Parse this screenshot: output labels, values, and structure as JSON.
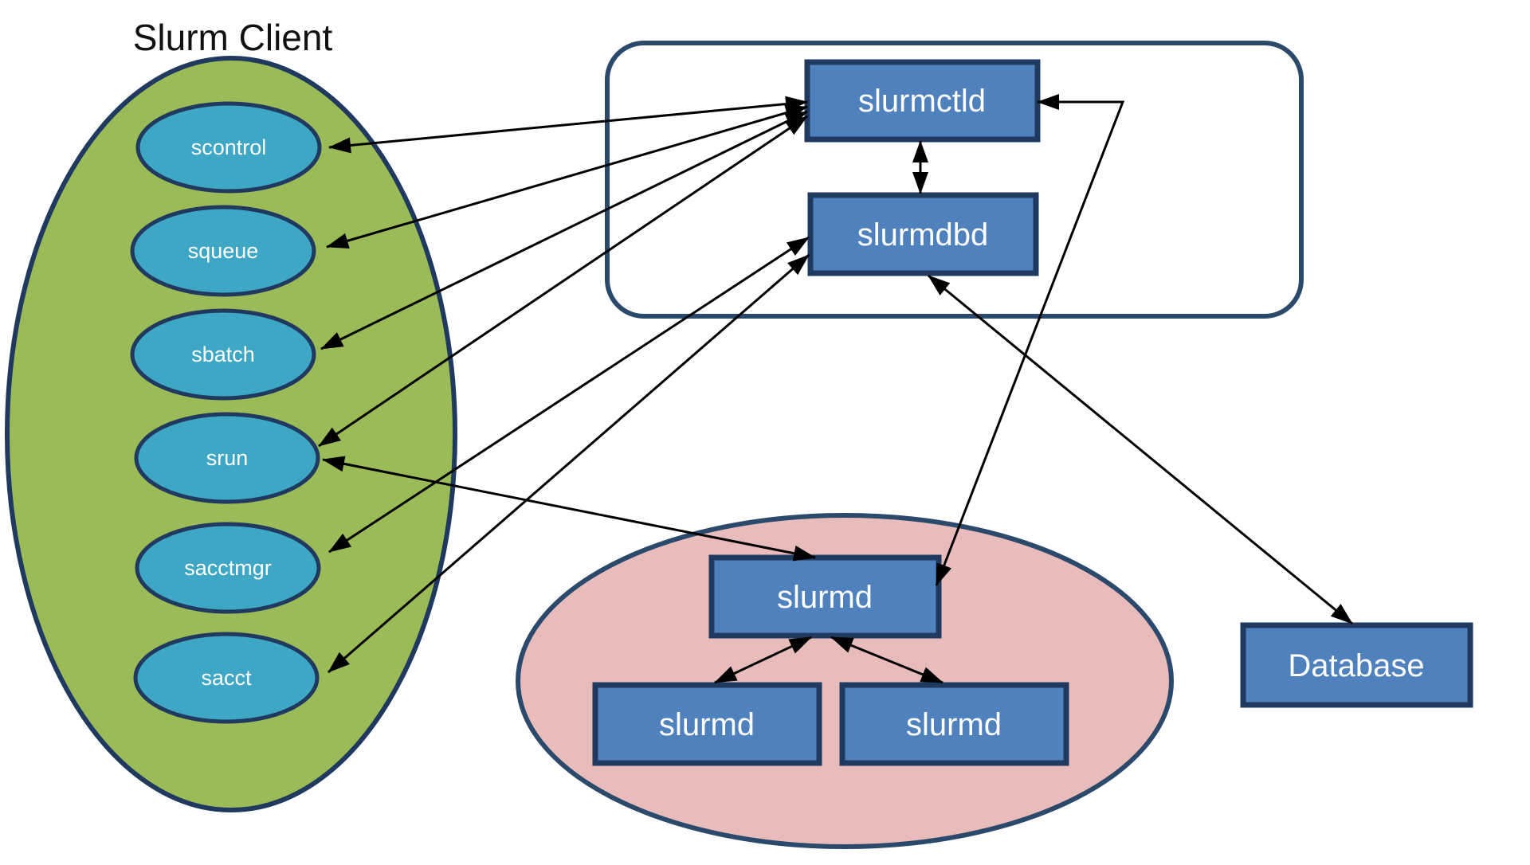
{
  "diagram_title": "Slurm Client",
  "colors": {
    "background": "#ffffff",
    "client_group_fill": "#9bbb59",
    "client_item_fill": "#3fa7c6",
    "process_box_fill": "#4f81bd",
    "compute_group_fill": "#e8bcba",
    "shape_outline": "#1f3a5e",
    "group_outline": "#2b4a6b",
    "arrow_color": "#000000",
    "label_text": "#ffffff",
    "title_text": "#111111"
  },
  "client_group": {
    "title": "Slurm Client",
    "items": [
      {
        "label": "scontrol"
      },
      {
        "label": "squeue"
      },
      {
        "label": "sbatch"
      },
      {
        "label": "srun"
      },
      {
        "label": "sacctmgr"
      },
      {
        "label": "sacct"
      }
    ]
  },
  "controller_group": {
    "controller": {
      "label": "slurmctld"
    },
    "database_daemon": {
      "label": "slurmdbd"
    }
  },
  "compute_group": {
    "head_node": {
      "label": "slurmd"
    },
    "child_nodes": [
      {
        "label": "slurmd"
      },
      {
        "label": "slurmd"
      }
    ]
  },
  "database": {
    "label": "Database"
  },
  "edges": [
    {
      "from": "scontrol",
      "to": "slurmctld",
      "bidirectional": true
    },
    {
      "from": "squeue",
      "to": "slurmctld",
      "bidirectional": true
    },
    {
      "from": "sbatch",
      "to": "slurmctld",
      "bidirectional": true
    },
    {
      "from": "srun",
      "to": "slurmctld",
      "bidirectional": true
    },
    {
      "from": "srun",
      "to": "slurmd-head",
      "bidirectional": true
    },
    {
      "from": "sacctmgr",
      "to": "slurmdbd",
      "bidirectional": true
    },
    {
      "from": "sacct",
      "to": "slurmdbd",
      "bidirectional": true
    },
    {
      "from": "slurmctld",
      "to": "slurmdbd",
      "bidirectional": true
    },
    {
      "from": "slurmctld",
      "to": "slurmd-head",
      "bidirectional": true
    },
    {
      "from": "slurmdbd",
      "to": "database",
      "bidirectional": true
    },
    {
      "from": "slurmd-head",
      "to": "slurmd-child-1",
      "bidirectional": true
    },
    {
      "from": "slurmd-head",
      "to": "slurmd-child-2",
      "bidirectional": true
    }
  ]
}
